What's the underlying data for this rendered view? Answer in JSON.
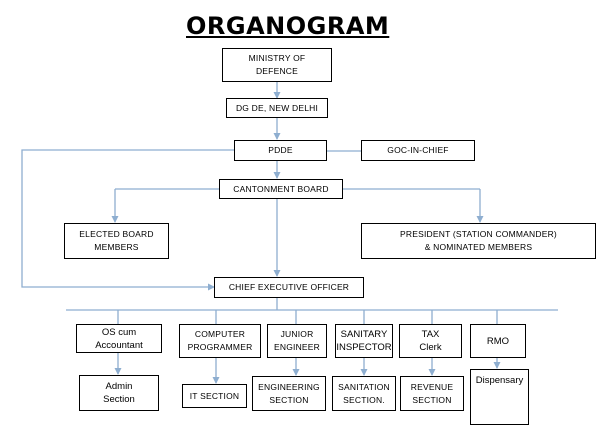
{
  "title": "ORGANOGRAM",
  "nodes": {
    "ministry": "MINISTRY OF\nDEFENCE",
    "dgde": "DG DE, NEW DELHI",
    "pdde": "PDDE",
    "goc": "GOC-IN-CHIEF",
    "cantonment": "CANTONMENT BOARD",
    "elected": "ELECTED BOARD\nMEMBERS",
    "president": "PRESIDENT (STATION COMMANDER)\n& NOMINATED MEMBERS",
    "ceo": "CHIEF EXECUTIVE OFFICER",
    "os_accountant": "OS cum\nAccountant",
    "admin_section": "Admin\nSection",
    "computer_programmer": "COMPUTER\nPROGRAMMER",
    "it_section": "IT SECTION",
    "junior_engineer": "JUNIOR\nENGINEER",
    "engineering_section": "ENGINEERING\nSECTION",
    "sanitary_inspector": "SANITARY\nINSPECTOR",
    "sanitation_section": "SANITATION\nSECTION.",
    "tax_clerk": "TAX\nClerk",
    "revenue_section": "REVENUE\nSECTION",
    "rmo": "RMO",
    "dispensary": "Dispensary"
  },
  "colors": {
    "connector": "#8eaed0",
    "border": "#000000"
  }
}
